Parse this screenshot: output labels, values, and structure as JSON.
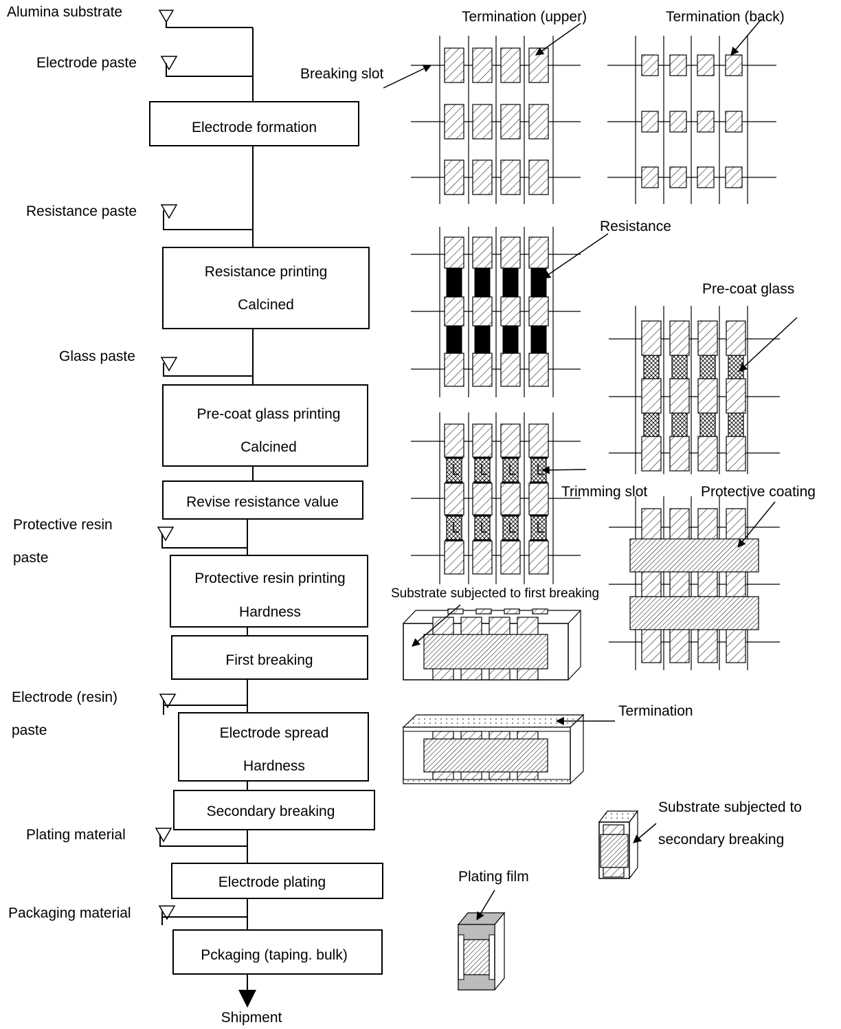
{
  "flow": {
    "steps": [
      {
        "lines": [
          "Electrode formation"
        ]
      },
      {
        "lines": [
          "Resistance printing",
          "Calcined"
        ]
      },
      {
        "lines": [
          "Pre-coat glass printing",
          "Calcined"
        ]
      },
      {
        "lines": [
          "Revise resistance value"
        ]
      },
      {
        "lines": [
          "Protective resin printing",
          "Hardness"
        ]
      },
      {
        "lines": [
          "First breaking"
        ]
      },
      {
        "lines": [
          "Electrode spread",
          "Hardness"
        ]
      },
      {
        "lines": [
          "Secondary breaking"
        ]
      },
      {
        "lines": [
          "Electrode plating"
        ]
      },
      {
        "lines": [
          "Pckaging (taping. bulk)"
        ]
      }
    ],
    "inputs": [
      {
        "lines": [
          "Alumina substrate"
        ]
      },
      {
        "lines": [
          "Electrode paste"
        ]
      },
      {
        "lines": [
          "Resistance paste"
        ]
      },
      {
        "lines": [
          "Glass paste"
        ]
      },
      {
        "lines": [
          "Protective resin",
          "paste"
        ]
      },
      {
        "lines": [
          "Electrode (resin)",
          "paste"
        ]
      },
      {
        "lines": [
          "Plating material"
        ]
      },
      {
        "lines": [
          "Packaging material"
        ]
      }
    ],
    "end_label": "Shipment"
  },
  "callouts": {
    "termination_upper": "Termination (upper)",
    "termination_back": "Termination (back)",
    "breaking_slot": "Breaking slot",
    "resistance": "Resistance",
    "pre_coat_glass": "Pre-coat glass",
    "trimming_slot": "Trimming slot",
    "protective_coating": "Protective coating",
    "first_breaking_substrate": "Substrate subjected to first breaking",
    "termination": "Termination",
    "secondary_breaking_substrate": [
      "Substrate subjected to",
      "secondary breaking"
    ],
    "plating_film": "Plating film"
  }
}
